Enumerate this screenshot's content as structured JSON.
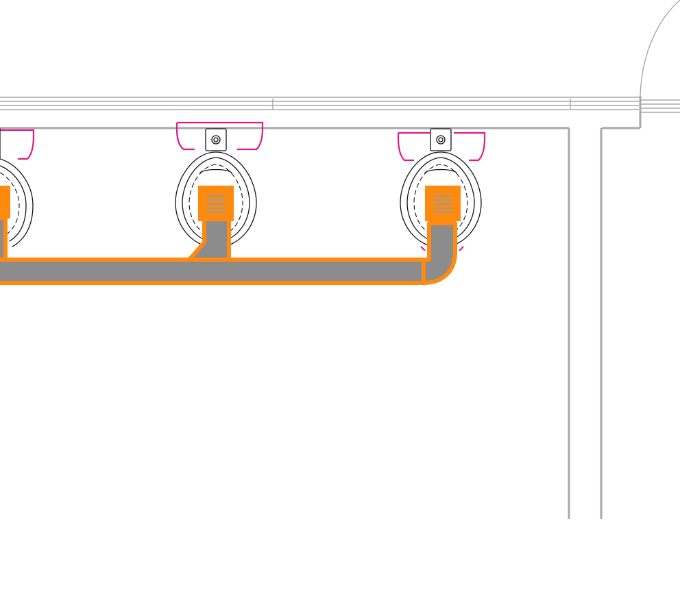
{
  "drawing": {
    "kind": "plumbing plan detail",
    "fixtures": [
      {
        "type": "urinal",
        "visibility": "partial"
      },
      {
        "type": "urinal",
        "visibility": "full"
      },
      {
        "type": "urinal",
        "visibility": "full"
      }
    ],
    "colors": {
      "wall": "#a8a8a8",
      "fixture_outline": "#111111",
      "partition": "#e0188c",
      "pipe_outline": "#ff8a10",
      "pipe_fill": "#8c8c8c"
    },
    "icons": [
      "urinal-icon",
      "wall-outlet-icon",
      "waste-pipe"
    ]
  }
}
